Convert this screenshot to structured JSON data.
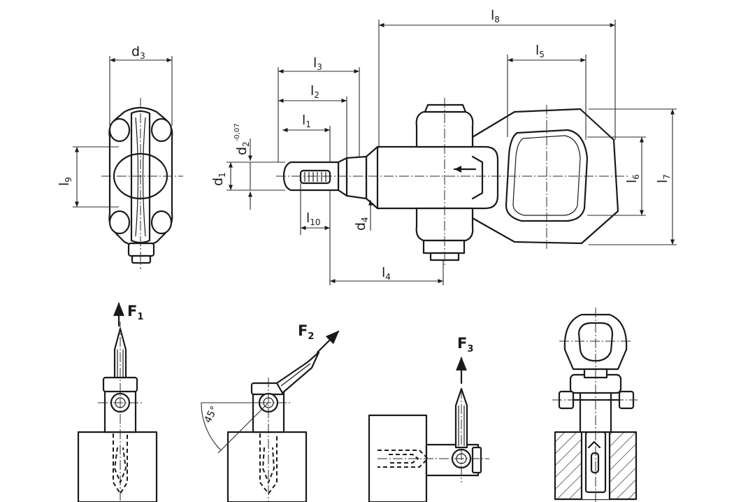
{
  "dimensions": {
    "d3": {
      "main": "d",
      "sub": "3"
    },
    "l9": {
      "main": "l",
      "sub": "9"
    },
    "d2": {
      "main": "d",
      "sub": "2",
      "tol": "-0,07"
    },
    "d1": {
      "main": "d",
      "sub": "1"
    },
    "d4": {
      "main": "d",
      "sub": "4"
    },
    "l1": {
      "main": "l",
      "sub": "1"
    },
    "l2": {
      "main": "l",
      "sub": "2"
    },
    "l3": {
      "main": "l",
      "sub": "3"
    },
    "l4": {
      "main": "l",
      "sub": "4"
    },
    "l5": {
      "main": "l",
      "sub": "5"
    },
    "l6": {
      "main": "l",
      "sub": "6"
    },
    "l7": {
      "main": "l",
      "sub": "7"
    },
    "l8": {
      "main": "l",
      "sub": "8"
    },
    "l10": {
      "main": "l",
      "sub": "10"
    }
  },
  "forces": {
    "f1": {
      "main": "F",
      "sub": "1"
    },
    "f2": {
      "main": "F",
      "sub": "2"
    },
    "f3": {
      "main": "F",
      "sub": "3"
    }
  },
  "angle": "45°"
}
